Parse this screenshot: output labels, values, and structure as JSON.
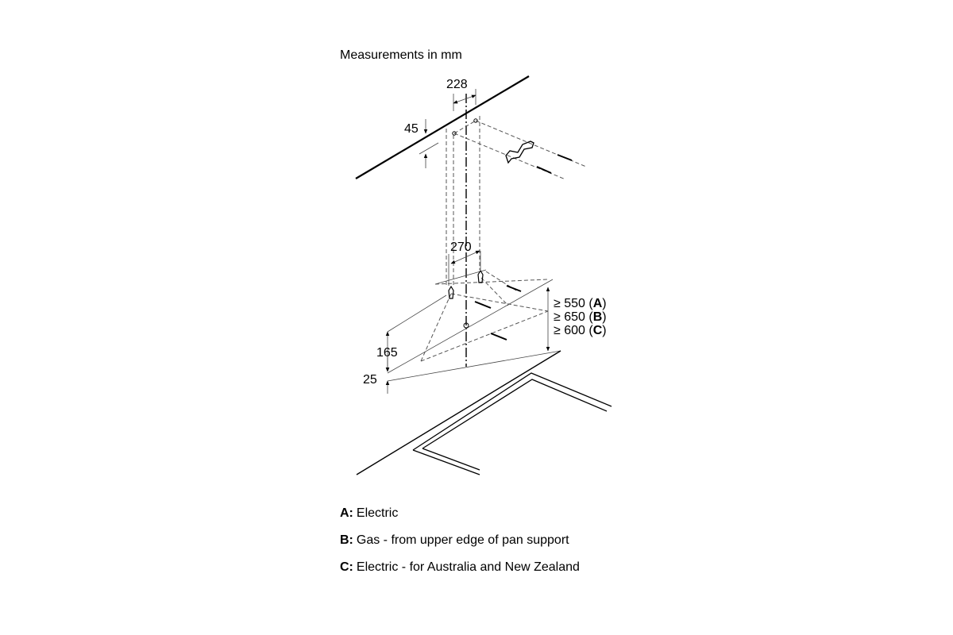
{
  "header": {
    "units_note": "Measurements in mm"
  },
  "dimensions": {
    "d228": "228",
    "d45": "45",
    "d270": "270",
    "d165": "165",
    "d25": "25",
    "heights": [
      {
        "prefix": "≥ 550 (",
        "letter": "A",
        "suffix": ")"
      },
      {
        "prefix": "≥ 650 (",
        "letter": "B",
        "suffix": ")"
      },
      {
        "prefix": "≥ 600 (",
        "letter": "C",
        "suffix": ")"
      }
    ]
  },
  "legend": [
    {
      "key": "A:",
      "text": "Electric"
    },
    {
      "key": "B:",
      "text": "Gas - from upper edge of pan support"
    },
    {
      "key": "C:",
      "text": "Electric - for Australia and New Zealand"
    }
  ]
}
